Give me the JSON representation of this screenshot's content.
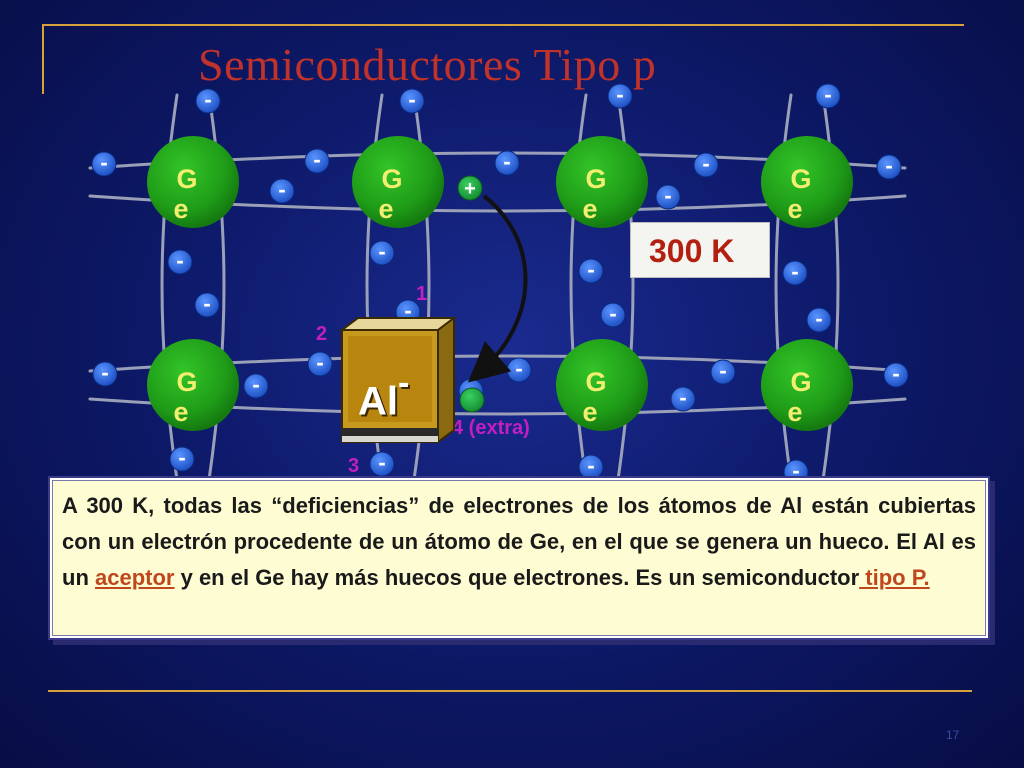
{
  "title": "Semiconductores Tipo p",
  "atom_label": "G\ne",
  "electron_sign": "-",
  "hole_sign": "+",
  "temperature": "300 K",
  "impurity": {
    "symbol": "Al",
    "charge": "-"
  },
  "bond_labels": [
    "1",
    "2",
    "3",
    "4 (extra)"
  ],
  "info": {
    "part1": "A 300 K, todas las “deficiencias” de electrones de los átomos de Al están cubiertas con un electrón procedente de un átomo de Ge, en el que se genera un hueco. El Al es un ",
    "keyword1": "aceptor",
    "part2": " y en el Ge hay más huecos que electrones. Es un semiconductor",
    "keyword2": " tipo P."
  },
  "page_number": "17",
  "colors": {
    "background": "#0e1a6b",
    "title": "#c0322a",
    "atom": "#22a41a",
    "atom_label": "#f2ee70",
    "electron": "#1f5fd8",
    "bond_number": "#c21ec2",
    "keyword": "#c0461e",
    "rule": "#d8a23a"
  }
}
